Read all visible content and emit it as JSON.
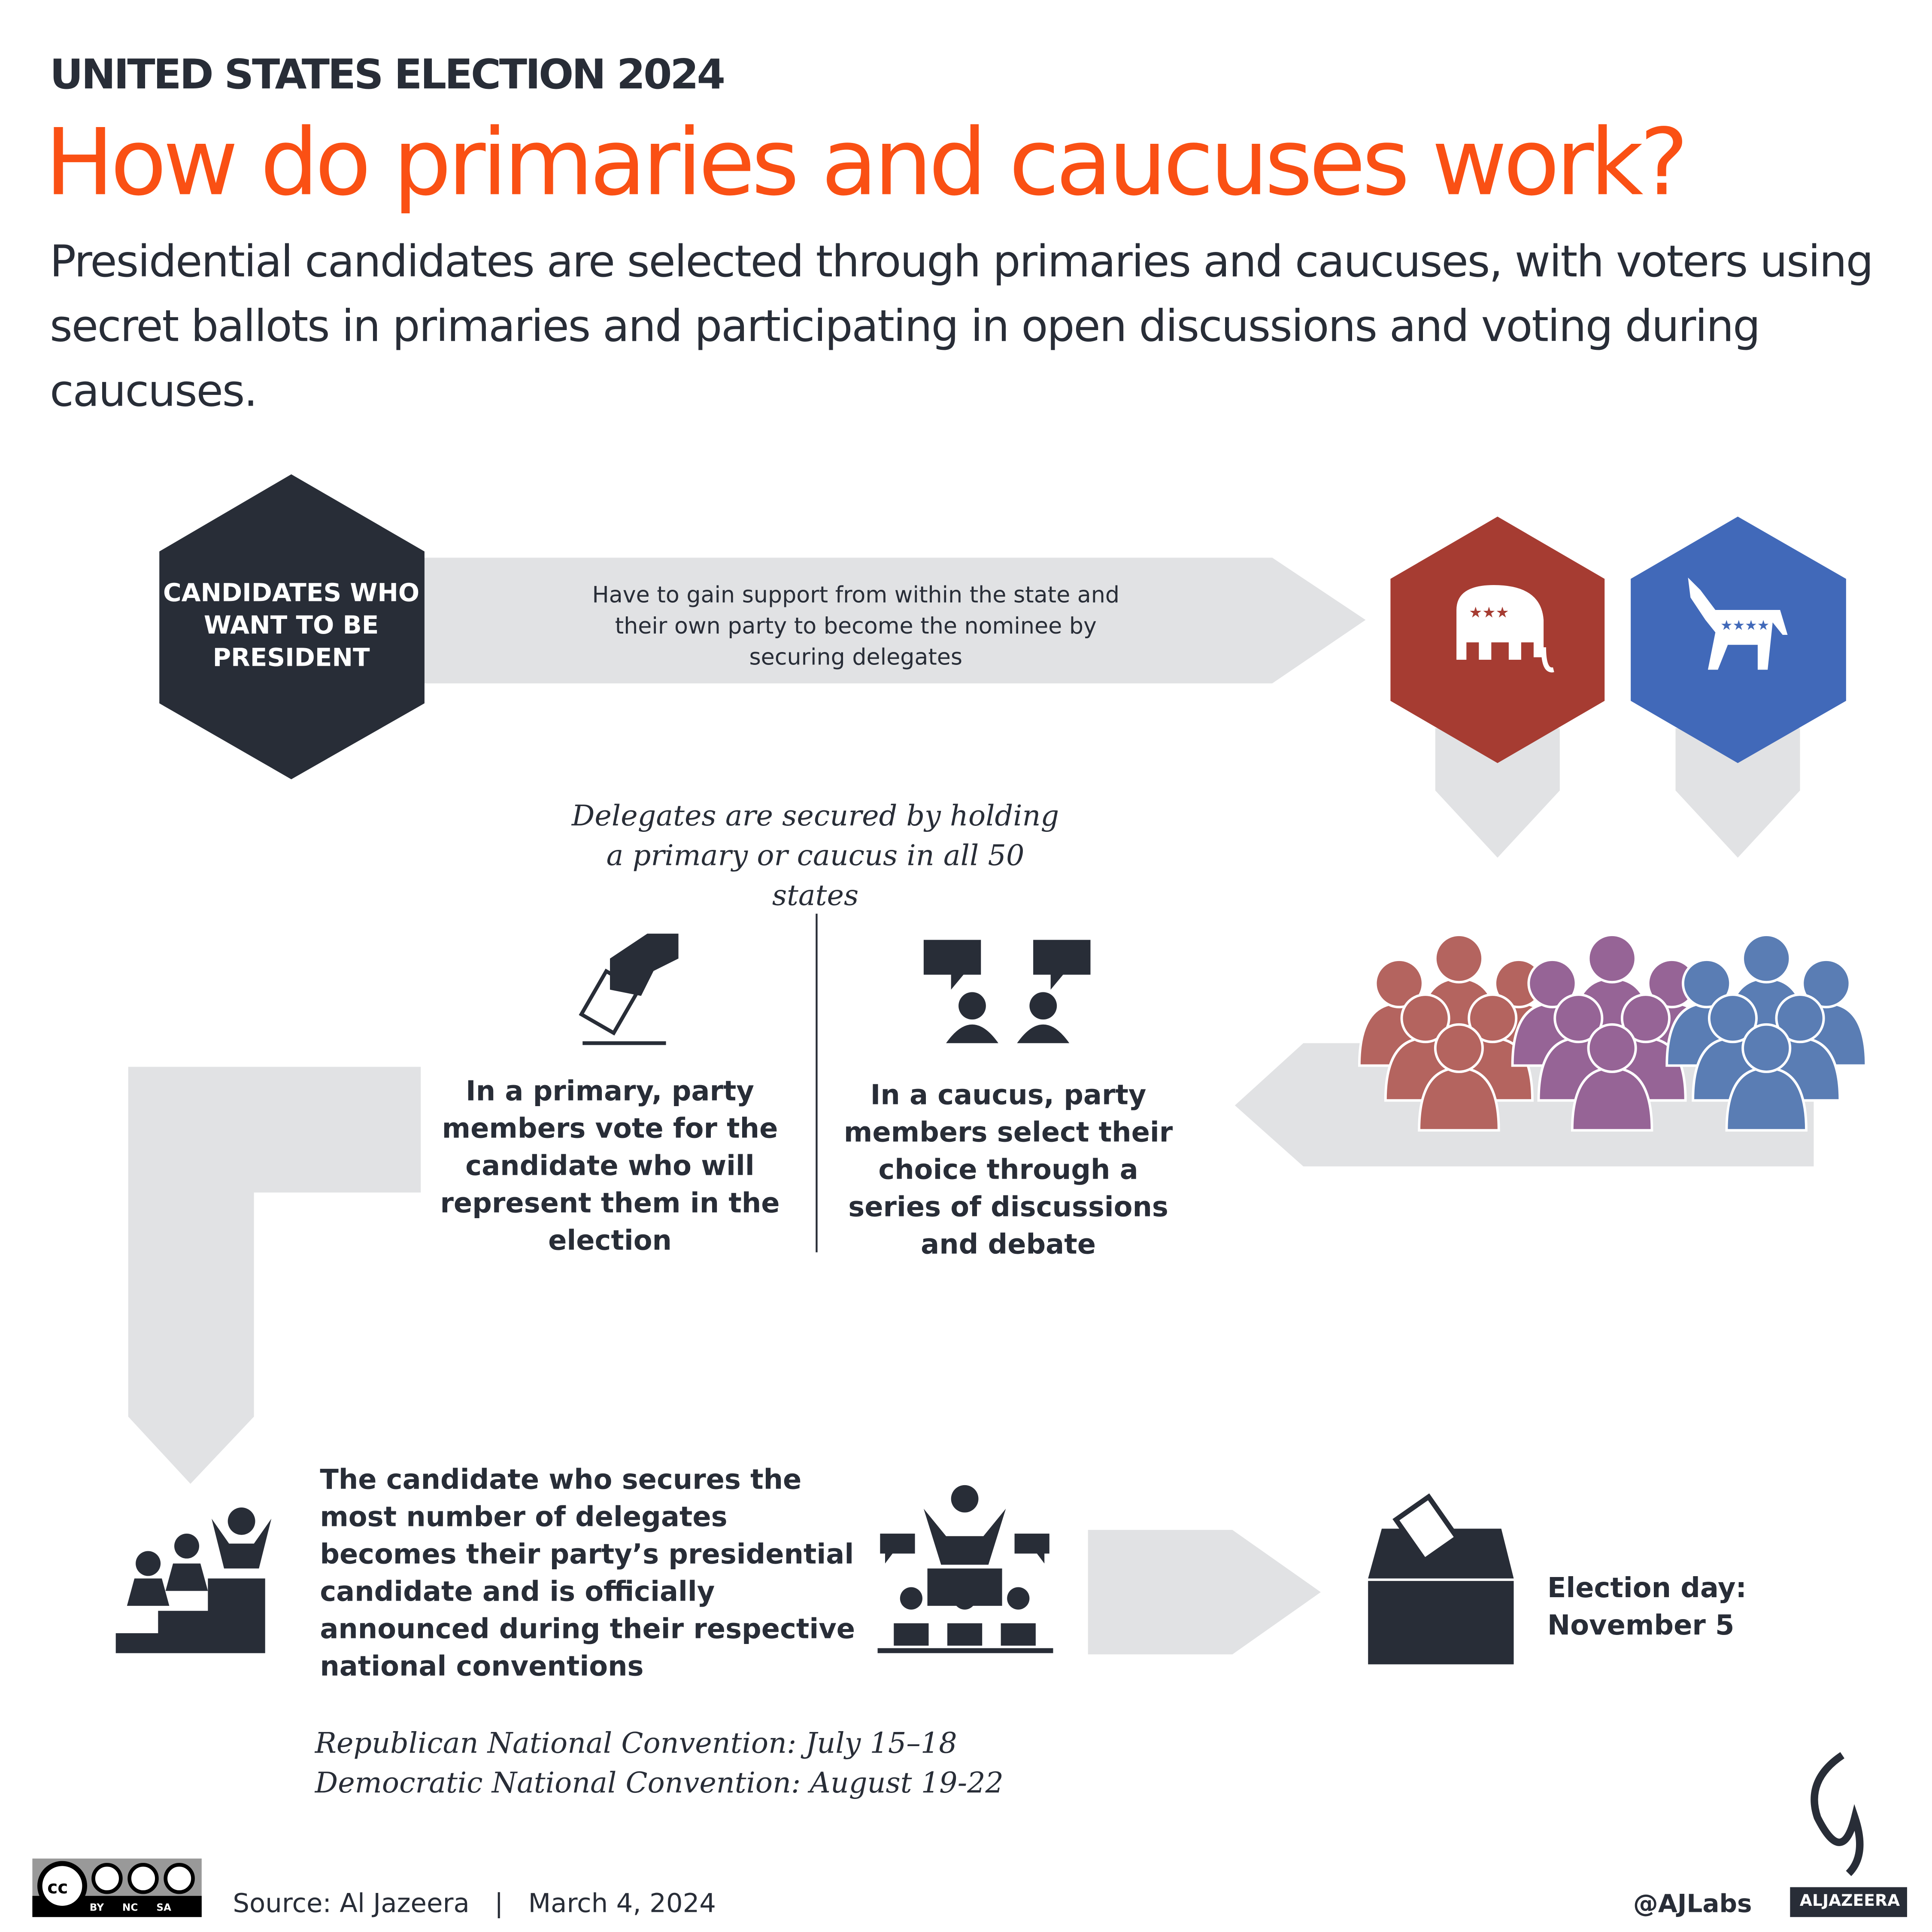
{
  "header": {
    "kicker": "UNITED STATES ELECTION 2024",
    "title": "How do primaries and caucuses work?",
    "subtitle": "Presidential candidates are selected through primaries and caucuses, with voters using secret ballots in primaries and participating in open discussions and voting during caucuses."
  },
  "flow": {
    "candidates": "CANDIDATES WHO WANT TO BE PRESIDENT",
    "support": "Have to gain support from within the state and their own party to become the nominee by securing delegates",
    "delegates_note": "Delegates are secured by holding a primary or caucus in all 50 states",
    "primary": "In a primary, party members vote for the candidate who will represent them in the election",
    "caucus": "In a caucus, party members select their choice through a series of discussions and debate",
    "nominee": "The candidate who secures the most number of delegates becomes their party’s presidential candidate and is officially announced during their respective national conventions",
    "election_day": "Election day: November 5",
    "rnc": "Republican National Convention: July 15–18",
    "dnc": "Democratic National Convention: August 19-22"
  },
  "colors": {
    "accent": "#fa5014",
    "dark": "#282d37",
    "republican": "#a63c32",
    "democrat": "#4169b9",
    "arrow": "#e1e2e4",
    "crowd_red": "#b4645f",
    "crowd_purple": "#966496",
    "crowd_blue": "#5a7db4"
  },
  "footer": {
    "license": [
      "BY",
      "NC",
      "SA"
    ],
    "source": "Source: Al Jazeera",
    "separator": "|",
    "date": "March 4, 2024",
    "handle": "@AJLabs",
    "brand": "ALJAZEERA"
  }
}
